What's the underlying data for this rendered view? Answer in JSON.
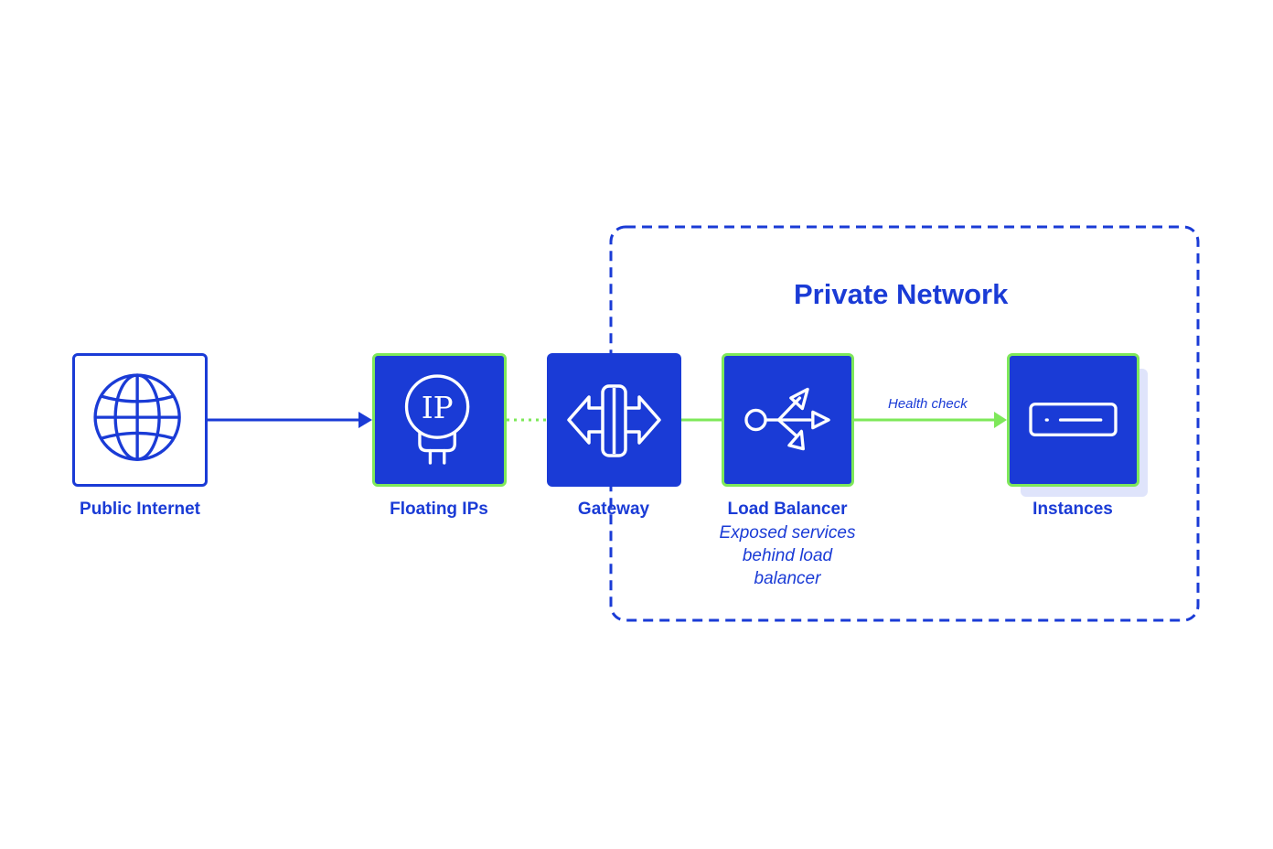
{
  "colors": {
    "primary": "#1a3bd6",
    "accent_green": "#7ee85a",
    "background": "#ffffff"
  },
  "region": {
    "title": "Private Network",
    "border_style": "dashed"
  },
  "nodes": {
    "public_internet": {
      "label": "Public Internet",
      "icon": "globe-icon"
    },
    "floating_ips": {
      "label": "Floating IPs",
      "icon": "ip-bulb-icon",
      "icon_text": "IP"
    },
    "gateway": {
      "label": "Gateway",
      "icon": "gateway-arrows-icon"
    },
    "load_balancer": {
      "label": "Load Balancer",
      "description": "Exposed services\nbehind load\nbalancer",
      "icon": "load-balancer-icon"
    },
    "instances": {
      "label": "Instances",
      "icon": "server-instance-icon"
    }
  },
  "edges": [
    {
      "from": "Public Internet",
      "to": "Floating IPs",
      "style": "solid-arrow",
      "color": "#1a3bd6"
    },
    {
      "from": "Floating IPs",
      "to": "Gateway",
      "style": "dotted",
      "color": "#7ee85a"
    },
    {
      "from": "Gateway",
      "to": "Load Balancer",
      "style": "solid",
      "color": "#7ee85a"
    },
    {
      "from": "Load Balancer",
      "to": "Instances",
      "style": "solid-arrow",
      "color": "#7ee85a",
      "label": "Health check"
    }
  ]
}
